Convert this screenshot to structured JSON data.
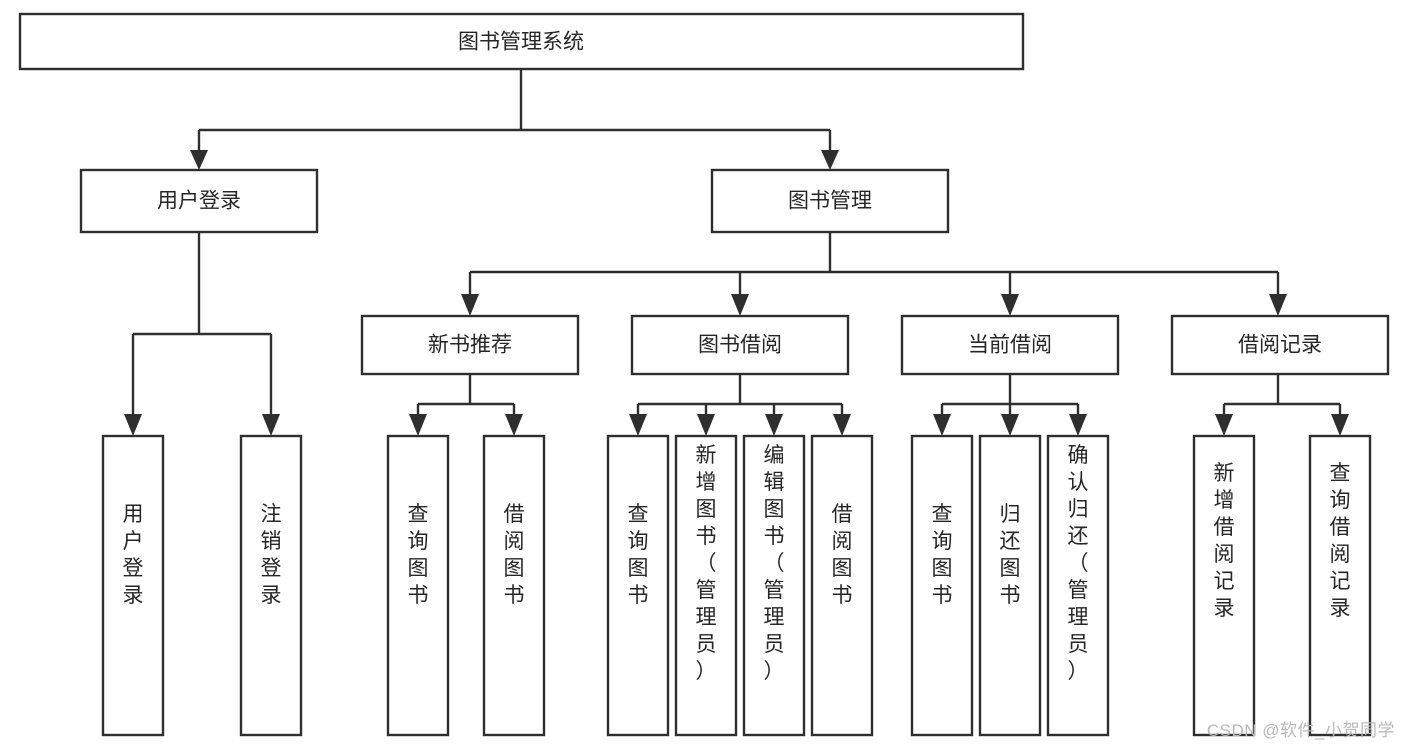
{
  "diagram": {
    "type": "tree-hierarchy-chart",
    "title": "图书管理系统",
    "watermark": "CSDN @软件_小贺同学",
    "colors": {
      "box_fill": "#ffffff",
      "box_stroke": "#2f2f2f",
      "text": "#262626",
      "background": "#ffffff",
      "watermark": "#b9b9b9"
    },
    "levels": {
      "root": {
        "label": "图书管理系统",
        "orientation": "horizontal"
      },
      "level2": [
        {
          "label": "用户登录",
          "orientation": "horizontal"
        },
        {
          "label": "图书管理",
          "orientation": "horizontal"
        }
      ],
      "level3": [
        {
          "label": "新书推荐",
          "orientation": "horizontal",
          "parent": "图书管理"
        },
        {
          "label": "图书借阅",
          "orientation": "horizontal",
          "parent": "图书管理"
        },
        {
          "label": "当前借阅",
          "orientation": "horizontal",
          "parent": "图书管理"
        },
        {
          "label": "借阅记录",
          "orientation": "horizontal",
          "parent": "图书管理"
        }
      ],
      "leaves": [
        {
          "label": "用户登录",
          "orientation": "vertical",
          "parent": "用户登录"
        },
        {
          "label": "注销登录",
          "orientation": "vertical",
          "parent": "用户登录"
        },
        {
          "label": "查询图书",
          "orientation": "vertical",
          "parent": "新书推荐"
        },
        {
          "label": "借阅图书",
          "orientation": "vertical",
          "parent": "新书推荐"
        },
        {
          "label": "查询图书",
          "orientation": "vertical",
          "parent": "图书借阅"
        },
        {
          "label": "新增图书（管理员）",
          "orientation": "vertical",
          "parent": "图书借阅"
        },
        {
          "label": "编辑图书（管理员）",
          "orientation": "vertical",
          "parent": "图书借阅"
        },
        {
          "label": "借阅图书",
          "orientation": "vertical",
          "parent": "图书借阅"
        },
        {
          "label": "查询图书",
          "orientation": "vertical",
          "parent": "当前借阅"
        },
        {
          "label": "归还图书",
          "orientation": "vertical",
          "parent": "当前借阅"
        },
        {
          "label": "确认归还（管理员）",
          "orientation": "vertical",
          "parent": "当前借阅"
        },
        {
          "label": "新增借阅记录",
          "orientation": "vertical",
          "parent": "借阅记录"
        },
        {
          "label": "查询借阅记录",
          "orientation": "vertical",
          "parent": "借阅记录"
        }
      ]
    }
  }
}
